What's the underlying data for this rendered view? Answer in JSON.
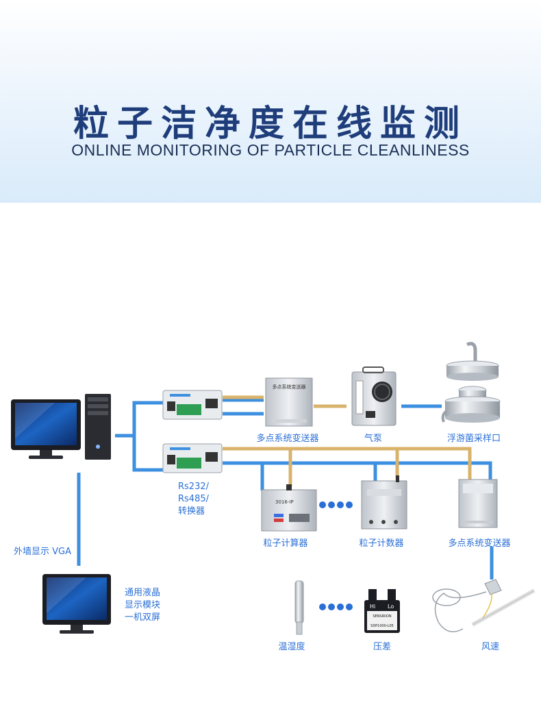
{
  "header": {
    "title_cn": "粒子洁净度在线监测",
    "title_en": "ONLINE MONITORING OF PARTICLE CLEANLINESS"
  },
  "labels": {
    "multipoint_transmitter_top": "多点系统变送器",
    "air_pump": "气泵",
    "plankton_sampler": "浮游菌采样口",
    "converter": "Rs232/\nRs485/\n转换器",
    "particle_calculator": "粒子计算器",
    "particle_counter": "粒子计数器",
    "multipoint_transmitter_right": "多点系统变送器",
    "external_display": "外墙显示 VGA",
    "lcd_module": "通用液晶\n显示模块\n一机双屏",
    "temp_humidity": "温湿度",
    "pressure_diff": "压差",
    "wind_speed": "风速"
  },
  "device_text": {
    "transmitter_panel": "多点系统变送器",
    "particle_unit_model": "3016-IP",
    "pressure_sensor_brand": "SENSIRION",
    "pressure_sensor_model": "SDP1000-L05",
    "pressure_hi": "Hi",
    "pressure_lo": "Lo"
  },
  "colors": {
    "data_line": "#3d8fe0",
    "air_line": "#d9b36c",
    "label": "#2a6fd6",
    "title": "#1e3d7a"
  }
}
